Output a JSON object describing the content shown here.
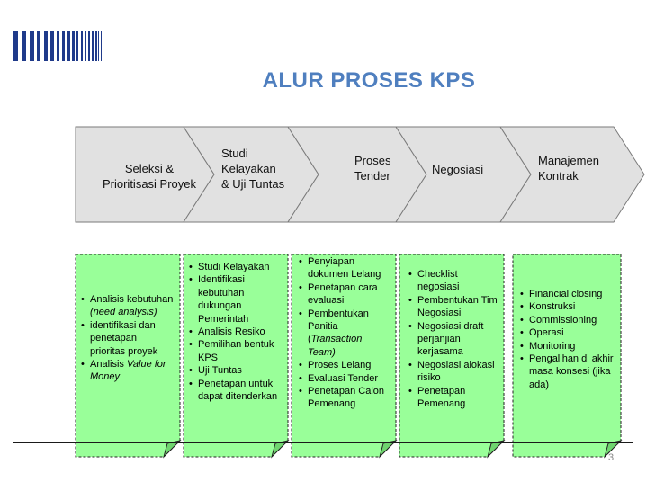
{
  "title": "ALUR PROSES KPS",
  "colors": {
    "stripes": "#1f3a8a",
    "title": "#4f7fbf",
    "chevron_fill": "#e1e1e1",
    "note_fill": "#99ff99"
  },
  "steps": [
    {
      "label": "Seleksi &\nPrioritisasi Proyek"
    },
    {
      "label": "Studi\nKelayakan\n& Uji Tuntas"
    },
    {
      "label": "Proses\nTender"
    },
    {
      "label": "Negosiasi"
    },
    {
      "label": "Manajemen\nKontrak"
    }
  ],
  "notes": [
    {
      "items": [
        [
          {
            "t": "Analisis kebutuhan "
          },
          {
            "t": "(need analysis)",
            "i": true
          }
        ],
        [
          {
            "t": " identifikasi dan penetapan prioritas proyek"
          }
        ],
        [
          {
            "t": "Analisis "
          },
          {
            "t": "Value for Money",
            "i": true
          }
        ]
      ]
    },
    {
      "items": [
        [
          {
            "t": "Studi Kelayakan"
          }
        ],
        [
          {
            "t": "Identifikasi kebutuhan dukungan Pemerintah"
          }
        ],
        [
          {
            "t": "Analisis Resiko"
          }
        ],
        [
          {
            "t": "Pemilihan bentuk KPS"
          }
        ],
        [
          {
            "t": "Uji Tuntas"
          }
        ],
        [
          {
            "t": "Penetapan untuk dapat ditenderkan"
          }
        ]
      ]
    },
    {
      "items": [
        [
          {
            "t": "Penyiapan dokumen Lelang"
          }
        ],
        [
          {
            "t": "Penetapan cara evaluasi"
          }
        ],
        [
          {
            "t": "Pembentukan Panitia ("
          },
          {
            "t": "Transaction Team)",
            "i": true
          }
        ],
        [
          {
            "t": "Proses Lelang"
          }
        ],
        [
          {
            "t": "Evaluasi Tender"
          }
        ],
        [
          {
            "t": "Penetapan Calon Pemenang"
          }
        ]
      ]
    },
    {
      "items": [
        [
          {
            "t": "Checklist negosiasi"
          }
        ],
        [
          {
            "t": "Pembentukan Tim Negosiasi"
          }
        ],
        [
          {
            "t": "Negosiasi draft perjanjian kerjasama"
          }
        ],
        [
          {
            "t": "Negosiasi alokasi risiko"
          }
        ],
        [
          {
            "t": "Penetapan Pemenang"
          }
        ]
      ]
    },
    {
      "items": [
        [
          {
            "t": "Financial closing"
          }
        ],
        [
          {
            "t": "Konstruksi"
          }
        ],
        [
          {
            "t": "Commissioning"
          }
        ],
        [
          {
            "t": "Operasi"
          }
        ],
        [
          {
            "t": "Monitoring"
          }
        ],
        [
          {
            "t": "Pengalihan di akhir masa konsesi (jika ada)"
          }
        ]
      ]
    }
  ],
  "page_number": "3"
}
